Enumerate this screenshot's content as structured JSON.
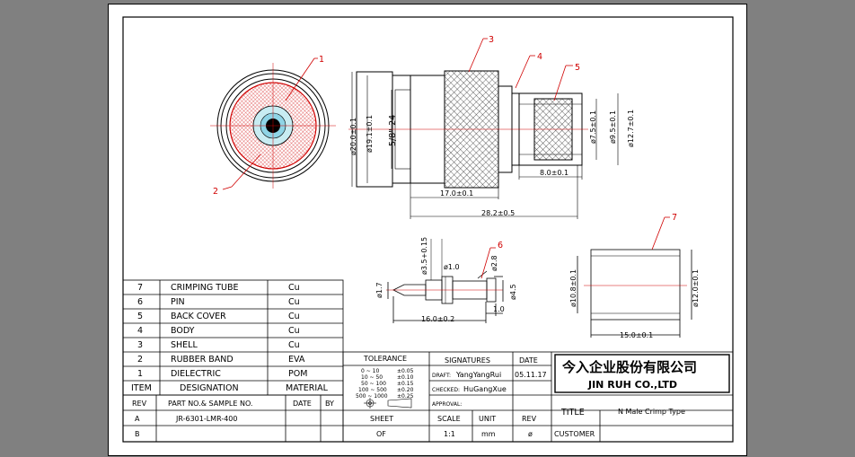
{
  "balloons": [
    "1",
    "2",
    "3",
    "4",
    "5",
    "6",
    "7"
  ],
  "dims": {
    "d20": "ø20.0±0.1",
    "d19": "ø19.1±0.1",
    "thread": "5/8\"-24",
    "d75": "ø7.5±0.1",
    "d95": "ø9.5±0.1",
    "d127": "ø12.7±0.1",
    "l8": "8.0±0.1",
    "l17": "17.0±0.1",
    "l282": "28.2±0.5",
    "d35": "ø3.5+0.15",
    "d10": "ø1.0",
    "d28": "ø2.8",
    "d17": "ø1.7",
    "d45": "ø4.5",
    "l160": "16.0±0.2",
    "l1": "1.0",
    "d108": "ø10.8±0.1",
    "d120": "ø12.0±0.1",
    "l150": "15.0±0.1"
  },
  "bom": {
    "rows": [
      {
        "item": "7",
        "name": "CRIMPING TUBE",
        "material": "Cu"
      },
      {
        "item": "6",
        "name": "PIN",
        "material": "Cu"
      },
      {
        "item": "5",
        "name": "BACK COVER",
        "material": "Cu"
      },
      {
        "item": "4",
        "name": "BODY",
        "material": "Cu"
      },
      {
        "item": "3",
        "name": "SHELL",
        "material": "Cu"
      },
      {
        "item": "2",
        "name": "RUBBER BAND",
        "material": "EVA"
      },
      {
        "item": "1",
        "name": "DIELECTRIC",
        "material": "POM"
      }
    ],
    "header": {
      "item": "ITEM",
      "name": "DESIGNATION",
      "material": "MATERIAL"
    }
  },
  "rev": {
    "header": {
      "rev": "REV",
      "part": "PART NO.& SAMPLE NO.",
      "date": "DATE",
      "by": "BY"
    },
    "rows": [
      {
        "rev": "A",
        "part": "JR-6301-LMR-400",
        "date": "",
        "by": ""
      },
      {
        "rev": "B",
        "part": "",
        "date": "",
        "by": ""
      }
    ]
  },
  "titleblock": {
    "tolerance": "TOLERANCE",
    "tol_rows": [
      {
        "range": "0 ~ 10",
        "val": "±0.05"
      },
      {
        "range": "10 ~ 50",
        "val": "±0.10"
      },
      {
        "range": "50 ~ 100",
        "val": "±0.15"
      },
      {
        "range": "100 ~ 500",
        "val": "±0.20"
      },
      {
        "range": "500 ~ 1000",
        "val": "±0.25"
      }
    ],
    "signatures": "SIGNATURES",
    "date_label": "DATE",
    "draft_label": "DRAFT:",
    "draft_name": "YangYangRui",
    "checked_label": "CHECKED:",
    "checked_name": "HuGangXue",
    "approval": "APPROVAL:",
    "date": "05.11.17",
    "company_cn": "今入企业股份有限公司",
    "company_en": "JIN RUH CO.,LTD",
    "sheet_label": "SHEET",
    "sheet_val": "OF",
    "scale_label": "SCALE",
    "scale_val": "1:1",
    "unit_label": "UNIT",
    "unit_val": "mm",
    "rev_label": "REV",
    "rev_val": "ø",
    "title_label": "TITLE",
    "title_val": "N Male Crimp Type",
    "customer_label": "CUSTOMER"
  }
}
